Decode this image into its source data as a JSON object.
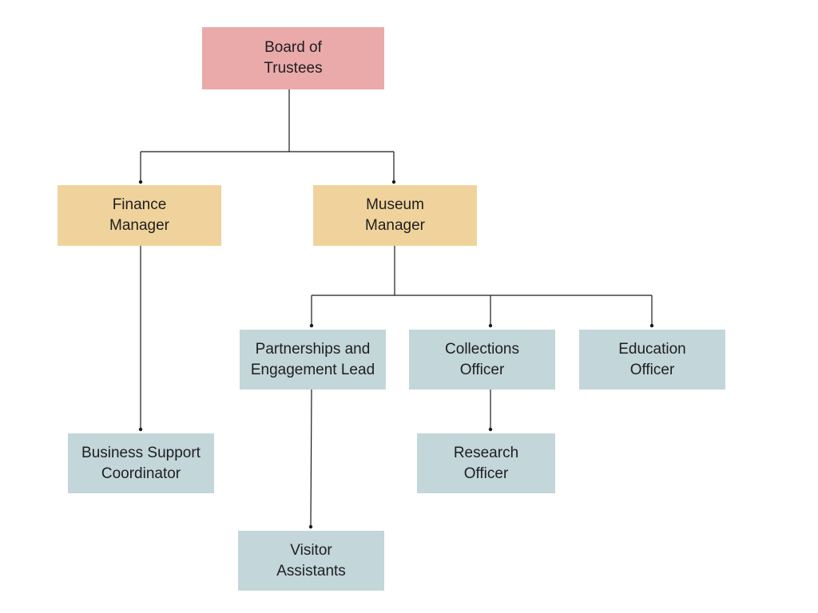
{
  "org_chart": {
    "colors": {
      "board": "#eaaaaa",
      "managers": "#f0d39c",
      "staff": "#c3d6da",
      "connector": "#1a1a1a"
    },
    "nodes": {
      "board": {
        "line1": "Board of",
        "line2": "Trustees"
      },
      "finance_manager": {
        "line1": "Finance",
        "line2": "Manager"
      },
      "museum_manager": {
        "line1": "Museum",
        "line2": "Manager"
      },
      "partnerships_lead": {
        "line1": "Partnerships and",
        "line2": "Engagement Lead"
      },
      "collections_officer": {
        "line1": "Collections",
        "line2": "Officer"
      },
      "education_officer": {
        "line1": "Education",
        "line2": "Officer"
      },
      "business_support": {
        "line1": "Business Support",
        "line2": "Coordinator"
      },
      "research_officer": {
        "line1": "Research",
        "line2": "Officer"
      },
      "visitor_assistants": {
        "line1": "Visitor",
        "line2": "Assistants"
      }
    }
  }
}
